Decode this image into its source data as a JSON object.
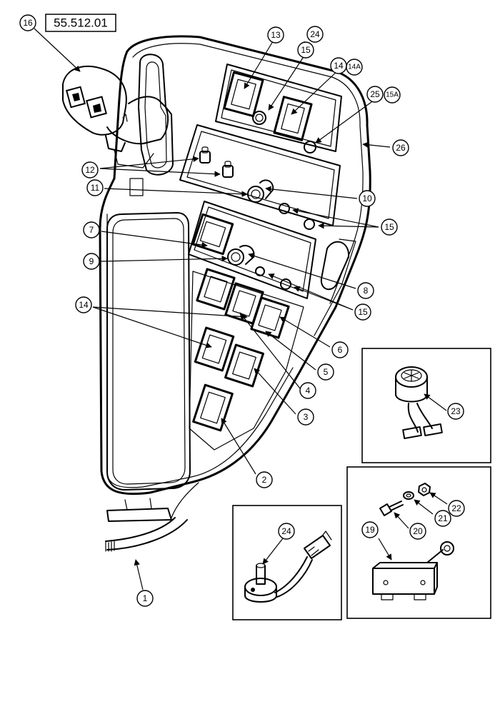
{
  "reference": "55.512.01",
  "callouts": {
    "c1": "1",
    "c2": "2",
    "c3": "3",
    "c4": "4",
    "c5": "5",
    "c6": "6",
    "c7": "7",
    "c8": "8",
    "c9": "9",
    "c10": "10",
    "c11": "11",
    "c12": "12",
    "c13": "13",
    "c14_top": "14",
    "c14a": "14A",
    "c14_left": "14",
    "c15_top": "15",
    "c15a": "15A",
    "c15_r1": "15",
    "c15_r2": "15",
    "c16": "16",
    "c19": "19",
    "c20": "20",
    "c21": "21",
    "c22": "22",
    "c23": "23",
    "c24_top": "24",
    "c24_inset": "24",
    "c25": "25",
    "c26": "26"
  }
}
